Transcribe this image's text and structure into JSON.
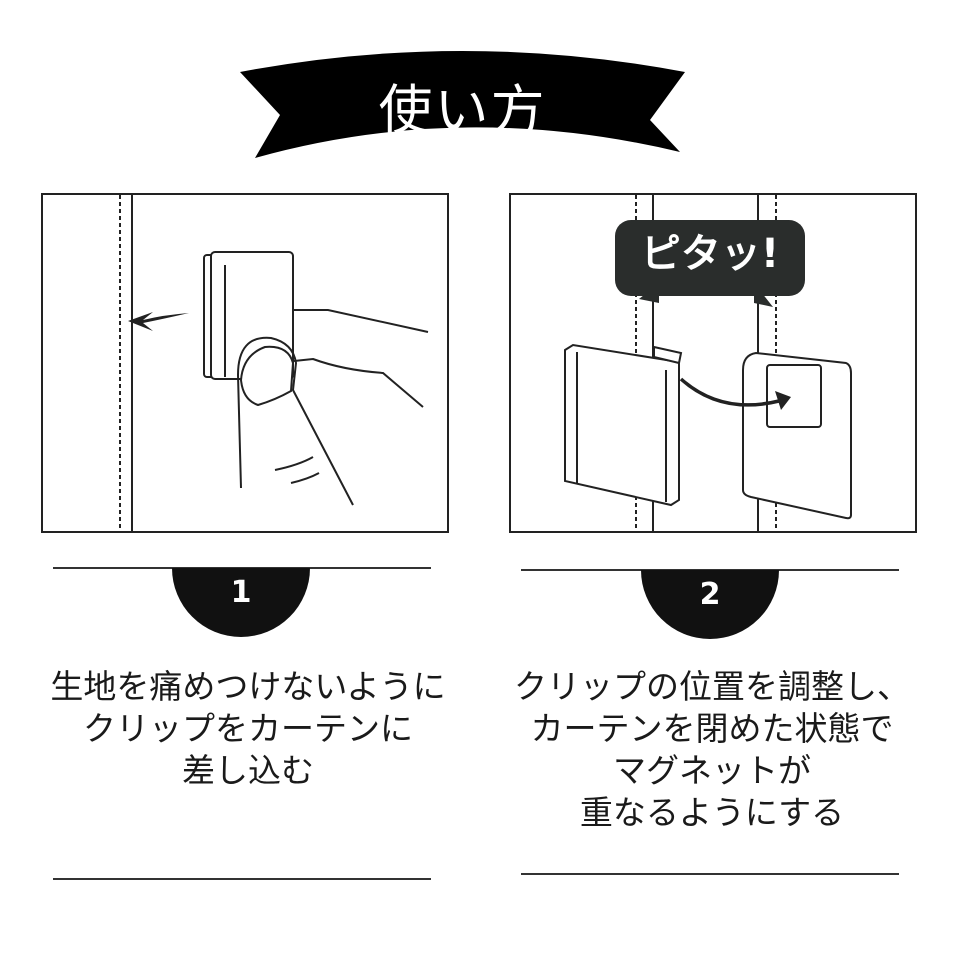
{
  "banner": {
    "title": "使い方",
    "color": "#000000"
  },
  "panel2": {
    "bubble_text": "ピタッ!"
  },
  "steps": [
    {
      "number": "1",
      "lines": [
        "生地を痛めつけないように",
        "クリップをカーテンに",
        "差し込む"
      ]
    },
    {
      "number": "2",
      "lines": [
        "クリップの位置を調整し、",
        "カーテンを閉めた状態で",
        "マグネットが",
        "重なるようにする"
      ]
    }
  ]
}
